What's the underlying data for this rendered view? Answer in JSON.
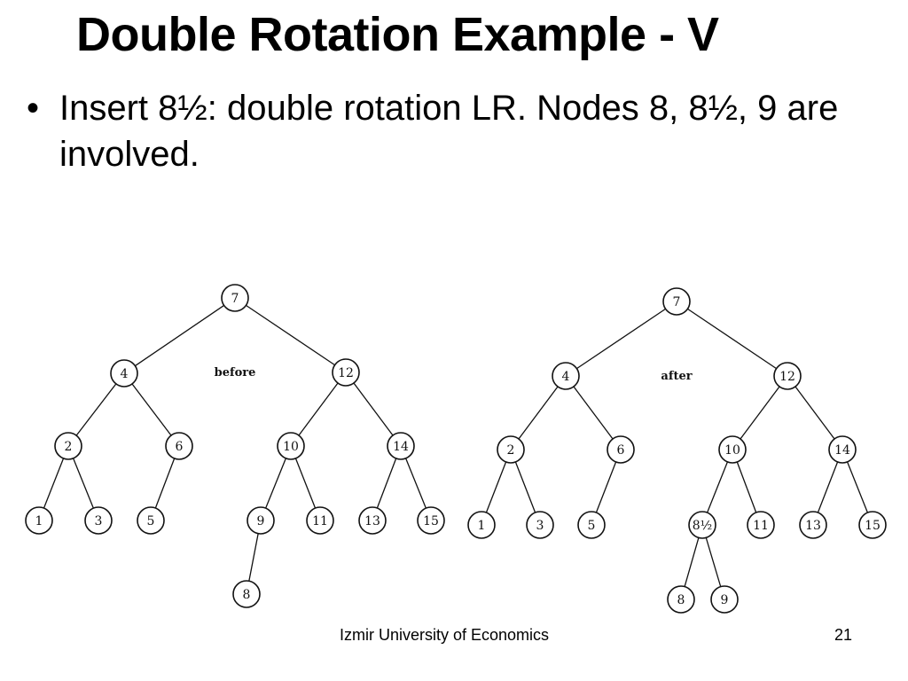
{
  "slide": {
    "title": "Double Rotation Example - V",
    "bullet": "Insert 8½: double rotation LR. Nodes 8, 8½, 9 are involved.",
    "footer": "Izmir University of Economics",
    "page_number": "21"
  },
  "diagrams": {
    "before": {
      "label": "before",
      "nodes": [
        {
          "id": "n7",
          "text": "7"
        },
        {
          "id": "n4",
          "text": "4"
        },
        {
          "id": "n12",
          "text": "12"
        },
        {
          "id": "n2",
          "text": "2"
        },
        {
          "id": "n6",
          "text": "6"
        },
        {
          "id": "n10",
          "text": "10"
        },
        {
          "id": "n14",
          "text": "14"
        },
        {
          "id": "n1",
          "text": "1"
        },
        {
          "id": "n3",
          "text": "3"
        },
        {
          "id": "n5",
          "text": "5"
        },
        {
          "id": "n9",
          "text": "9"
        },
        {
          "id": "n11",
          "text": "11"
        },
        {
          "id": "n13",
          "text": "13"
        },
        {
          "id": "n15",
          "text": "15"
        },
        {
          "id": "n8",
          "text": "8"
        }
      ],
      "edges": [
        [
          "n7",
          "n4"
        ],
        [
          "n7",
          "n12"
        ],
        [
          "n4",
          "n2"
        ],
        [
          "n4",
          "n6"
        ],
        [
          "n12",
          "n10"
        ],
        [
          "n12",
          "n14"
        ],
        [
          "n2",
          "n1"
        ],
        [
          "n2",
          "n3"
        ],
        [
          "n6",
          "n5"
        ],
        [
          "n10",
          "n9"
        ],
        [
          "n10",
          "n11"
        ],
        [
          "n14",
          "n13"
        ],
        [
          "n14",
          "n15"
        ],
        [
          "n9",
          "n8"
        ]
      ]
    },
    "after": {
      "label": "after",
      "nodes": [
        {
          "id": "n7",
          "text": "7"
        },
        {
          "id": "n4",
          "text": "4"
        },
        {
          "id": "n12",
          "text": "12"
        },
        {
          "id": "n2",
          "text": "2"
        },
        {
          "id": "n6",
          "text": "6"
        },
        {
          "id": "n10",
          "text": "10"
        },
        {
          "id": "n14",
          "text": "14"
        },
        {
          "id": "n1",
          "text": "1"
        },
        {
          "id": "n3",
          "text": "3"
        },
        {
          "id": "n5",
          "text": "5"
        },
        {
          "id": "n8h",
          "text": "8½"
        },
        {
          "id": "n11",
          "text": "11"
        },
        {
          "id": "n13",
          "text": "13"
        },
        {
          "id": "n15",
          "text": "15"
        },
        {
          "id": "n8",
          "text": "8"
        },
        {
          "id": "n9",
          "text": "9"
        }
      ],
      "edges": [
        [
          "n7",
          "n4"
        ],
        [
          "n7",
          "n12"
        ],
        [
          "n4",
          "n2"
        ],
        [
          "n4",
          "n6"
        ],
        [
          "n12",
          "n10"
        ],
        [
          "n12",
          "n14"
        ],
        [
          "n2",
          "n1"
        ],
        [
          "n2",
          "n3"
        ],
        [
          "n6",
          "n5"
        ],
        [
          "n10",
          "n8h"
        ],
        [
          "n10",
          "n11"
        ],
        [
          "n14",
          "n13"
        ],
        [
          "n14",
          "n15"
        ],
        [
          "n8h",
          "n8"
        ],
        [
          "n8h",
          "n9"
        ]
      ]
    }
  }
}
